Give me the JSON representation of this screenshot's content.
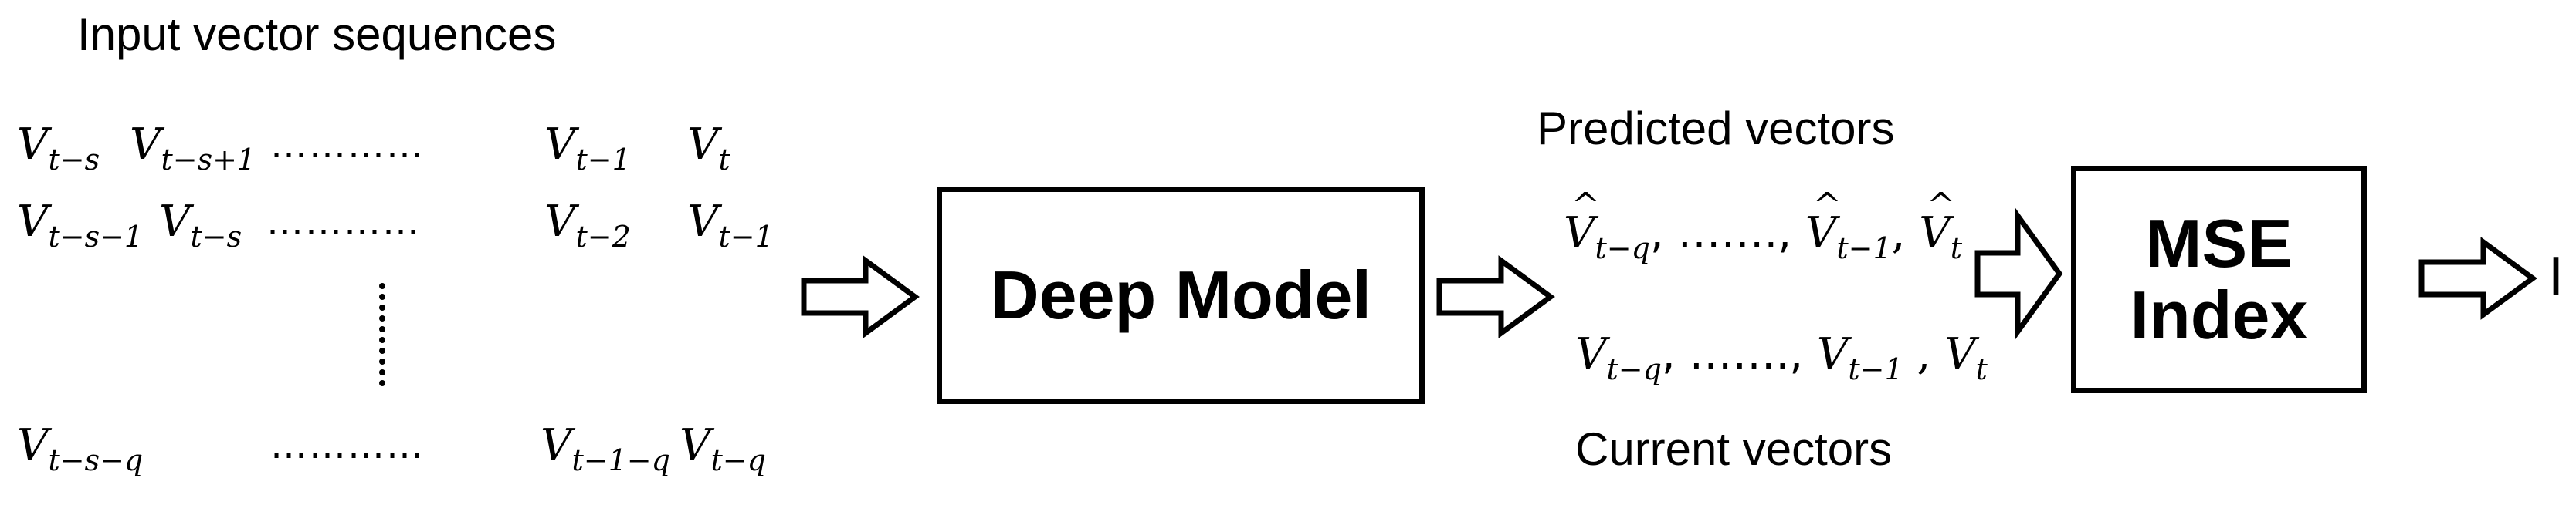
{
  "input_title": "Input vector sequences",
  "input_rows": [
    {
      "first": {
        "base": "V",
        "sub": "t−s"
      },
      "second": {
        "base": "V",
        "sub": "t−s+1"
      },
      "third": {
        "base": "V",
        "sub": "t−1"
      },
      "fourth": {
        "base": "V",
        "sub": "t"
      }
    },
    {
      "first": {
        "base": "V",
        "sub": "t−s−1"
      },
      "second": {
        "base": "V",
        "sub": "t−s"
      },
      "third": {
        "base": "V",
        "sub": "t−2"
      },
      "fourth": {
        "base": "V",
        "sub": "t−1"
      }
    },
    {
      "first": {
        "base": "V",
        "sub": "t−s−q"
      },
      "third": {
        "base": "V",
        "sub": "t−1−q"
      },
      "fourth": {
        "base": "V",
        "sub": "t−q"
      }
    }
  ],
  "dots_horizontal": "…………",
  "deep_model_label": "Deep Model",
  "predicted_title": "Predicted vectors",
  "predicted_seq": {
    "a": {
      "base": "V",
      "sub": "t−q"
    },
    "sep1": ", ……., ",
    "b": {
      "base": "V",
      "sub": "t−1"
    },
    "sep2": ", ",
    "c": {
      "base": "V",
      "sub": "t"
    }
  },
  "current_seq": {
    "a": {
      "base": "V",
      "sub": "t−q"
    },
    "sep1": ", ……., ",
    "b": {
      "base": "V",
      "sub": "t−1"
    },
    "sep2": " , ",
    "c": {
      "base": "V",
      "sub": "t"
    }
  },
  "current_title": "Current vectors",
  "mse_label_line1": "MSE",
  "mse_label_line2": "Index",
  "output_label": "I",
  "colors": {
    "stroke": "#000000",
    "background": "#ffffff"
  }
}
